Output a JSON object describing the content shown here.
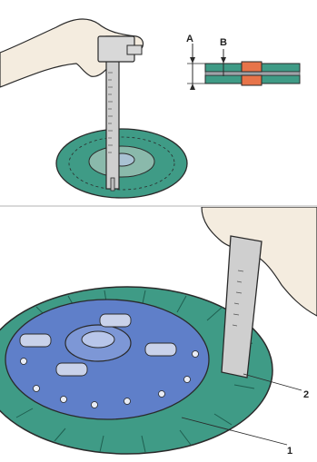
{
  "labels": {
    "dim_a": "A",
    "dim_b": "B",
    "callout_1": "1",
    "callout_2": "2"
  },
  "colors": {
    "friction_green": "#3f9b86",
    "hub_blue": "#5f7fc9",
    "rivet_orange": "#e7744a",
    "skin": "#f4ecdf",
    "steel": "#cfcfcf",
    "outline": "#2a2a2a"
  }
}
